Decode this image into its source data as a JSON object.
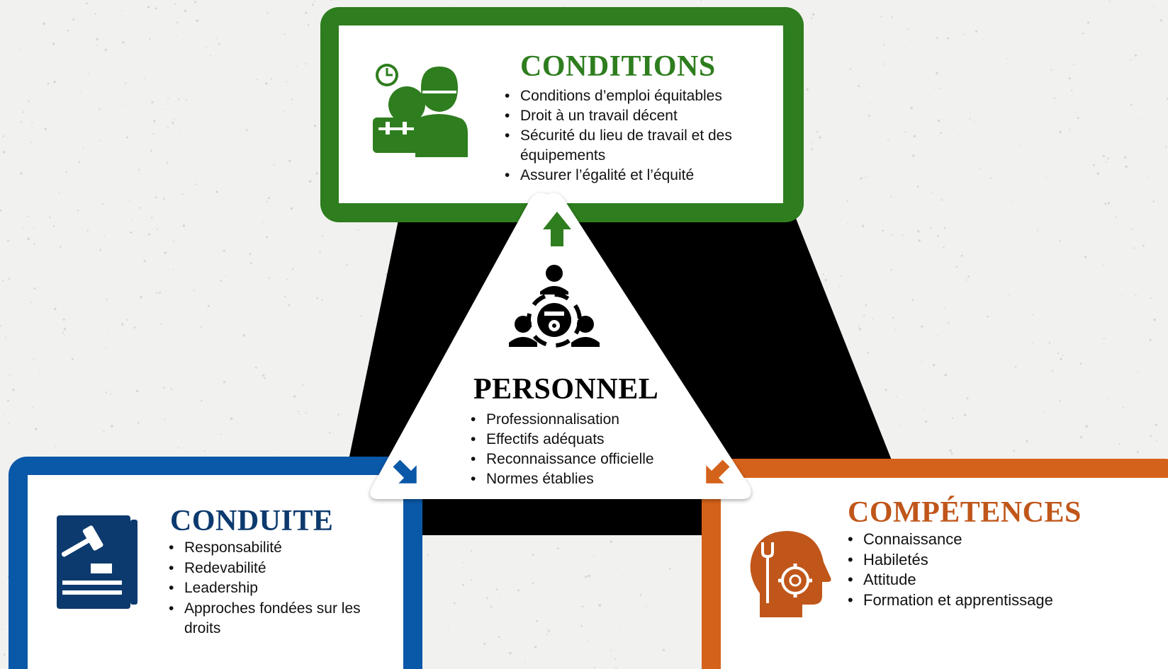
{
  "colors": {
    "background": "#f1f1ef",
    "conditions": "#2e7d1e",
    "conduct": "#0a58a8",
    "competencies": "#d5621a",
    "center": "#000000"
  },
  "center": {
    "title": "PERSONNEL",
    "icon": "team-gear-icon",
    "items": [
      "Professionnalisation",
      "Effectifs adéquats",
      "Reconnaissance officielle",
      "Normes établies"
    ]
  },
  "conditions": {
    "title": "CONDITIONS",
    "icon": "worker-toolbox-clock-icon",
    "items": [
      "Conditions d’emploi équitables",
      "Droit à un travail décent",
      "Sécurité du lieu de travail et des équipements",
      "Assurer l’égalité et l’équité"
    ]
  },
  "conduct": {
    "title": "CONDUITE",
    "icon": "gavel-book-icon",
    "items": [
      "Responsabilité",
      "Redevabilité",
      "Leadership",
      "Approches fondées sur les droits"
    ]
  },
  "competencies": {
    "title": "COMPÉTENCES",
    "icon": "head-gear-wrench-icon",
    "items": [
      "Connaissance",
      "Habiletés",
      "Attitude",
      "Formation et apprentissage"
    ]
  }
}
